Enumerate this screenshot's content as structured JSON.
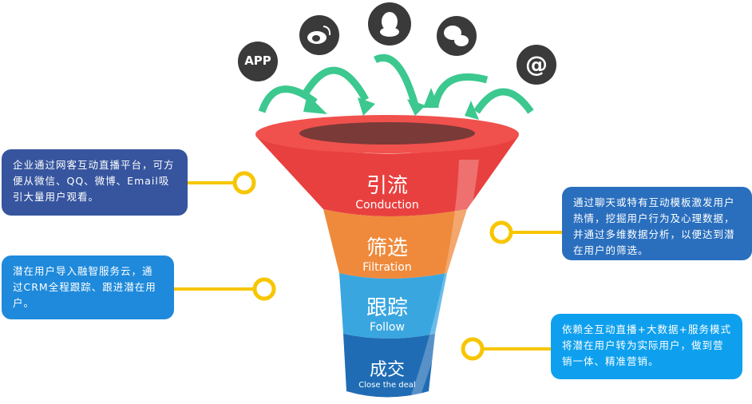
{
  "icons": [
    {
      "name": "app-icon",
      "label": "APP"
    },
    {
      "name": "weibo-icon"
    },
    {
      "name": "qq-icon"
    },
    {
      "name": "wechat-icon"
    },
    {
      "name": "at-icon",
      "label": "@"
    }
  ],
  "stages": [
    {
      "cn": "引流",
      "en": "Conduction",
      "color": "#e8403f"
    },
    {
      "cn": "筛选",
      "en": "Filtration",
      "color": "#ef8a3c"
    },
    {
      "cn": "跟踪",
      "en": "Follow",
      "color": "#3aa6e0"
    },
    {
      "cn": "成交",
      "en": "Close the deal",
      "color": "#1f6cb4"
    }
  ],
  "notes": [
    {
      "text": "企业通过网客互动直播平台，可方便从微信、QQ、微博、Email吸引大量用户观看。",
      "color": "#36559e"
    },
    {
      "text": "潜在用户导入融智服务云，通过CRM全程跟踪、跟进潜在用户。",
      "color": "#1f8adb"
    },
    {
      "text": "通过聊天或特有互动模板激发用户热情，挖掘用户行为及心理数据，并通过多维数据分析，以便达到潜在用户的筛选。",
      "color": "#2a6fbe"
    },
    {
      "text": "依赖全互动直播+大数据+服务模式将潜在用户转为实际用户，做到营销一体、精准营销。",
      "color": "#0ea0ee"
    }
  ],
  "connector_color": "#f7c600",
  "arrow_color": "#3cc88f"
}
